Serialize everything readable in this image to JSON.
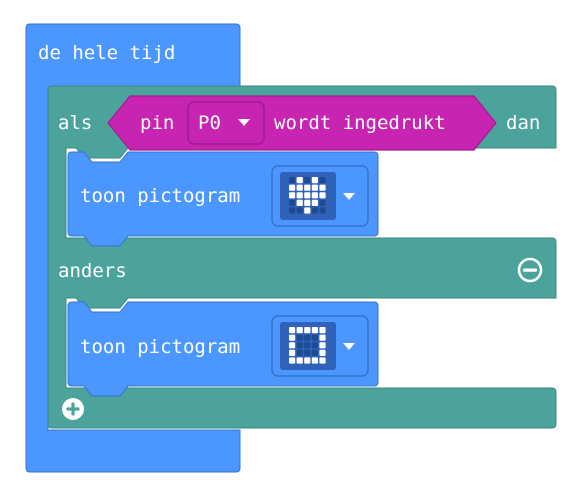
{
  "forever_block": {
    "label": "de hele tijd"
  },
  "if_block": {
    "if_label": "als",
    "then_label": "dan",
    "else_label": "anders",
    "remove_else_icon": "minus-circle-icon",
    "add_branch_icon": "plus-circle-icon"
  },
  "condition": {
    "prefix": "pin",
    "pin_value": "P0",
    "suffix": "wordt ingedrukt"
  },
  "show_icon_1": {
    "label": "toon pictogram",
    "icon": "heart",
    "pattern": [
      [
        0,
        1,
        0,
        1,
        0
      ],
      [
        1,
        1,
        1,
        1,
        1
      ],
      [
        1,
        1,
        1,
        1,
        1
      ],
      [
        0,
        1,
        1,
        1,
        0
      ],
      [
        0,
        0,
        1,
        0,
        0
      ]
    ]
  },
  "show_icon_2": {
    "label": "toon pictogram",
    "icon": "small-heart",
    "pattern": [
      [
        1,
        1,
        1,
        1,
        1
      ],
      [
        1,
        0,
        0,
        0,
        1
      ],
      [
        1,
        0,
        0,
        0,
        1
      ],
      [
        1,
        0,
        0,
        0,
        1
      ],
      [
        1,
        1,
        1,
        1,
        1
      ]
    ]
  },
  "colors": {
    "loops_blue": "#4C97FF",
    "loops_blue_dark": "#3373CC",
    "logic_teal": "#4CA39B",
    "logic_teal_dark": "#3A8A82",
    "input_magenta": "#C724B1",
    "input_magenta_dark": "#9F1C8E"
  }
}
